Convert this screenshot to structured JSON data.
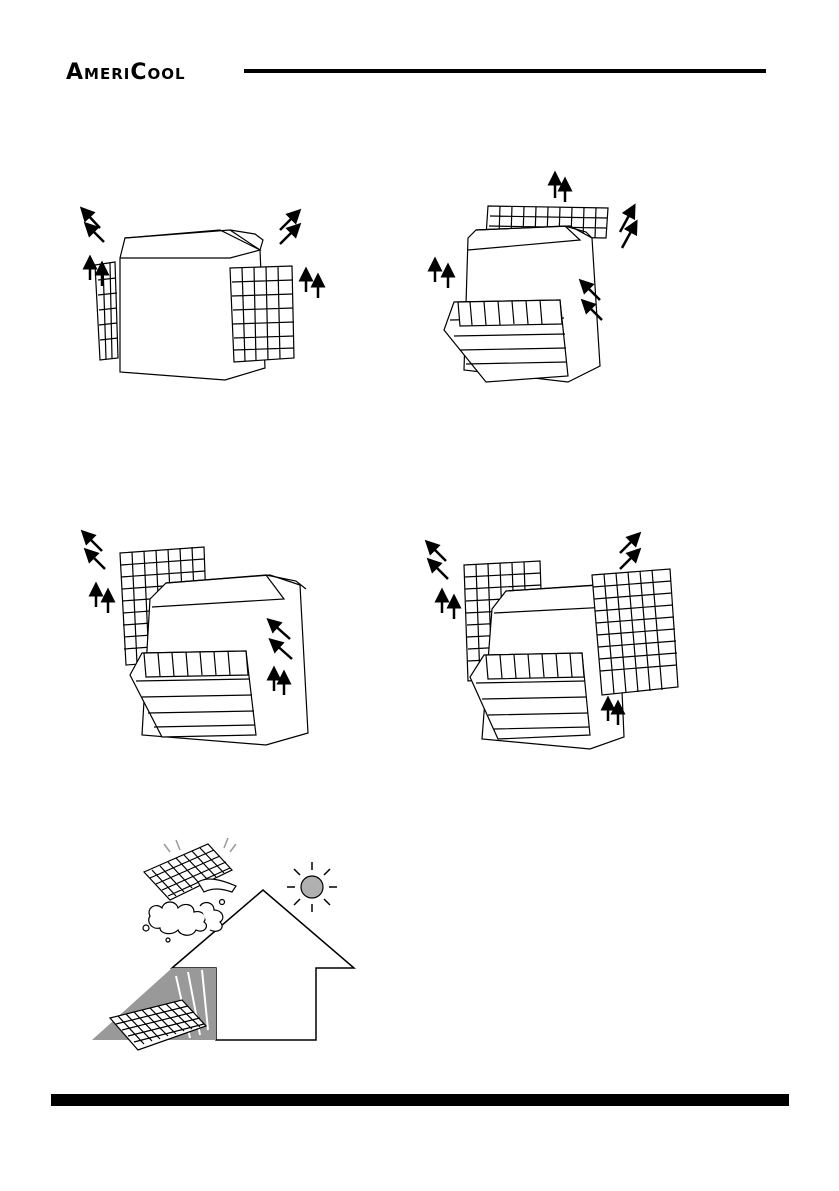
{
  "header": {
    "brand_a_cap": "A",
    "brand_a_rest": "MERI",
    "brand_c_cap": "C",
    "brand_c_rest": "OOL"
  },
  "figures": [
    {
      "name": "unit-side-filters-removal",
      "icon": "unit-side-filters-icon"
    },
    {
      "name": "unit-top-front-filters-removal",
      "icon": "unit-top-front-filters-icon"
    },
    {
      "name": "unit-back-front-filters-removal",
      "icon": "unit-back-front-filters-icon"
    },
    {
      "name": "unit-back-right-front-filters-removal",
      "icon": "unit-back-right-front-filters-icon"
    },
    {
      "name": "filter-cleaning-and-drying",
      "icon": "filter-cleaning-drying-icon"
    }
  ]
}
